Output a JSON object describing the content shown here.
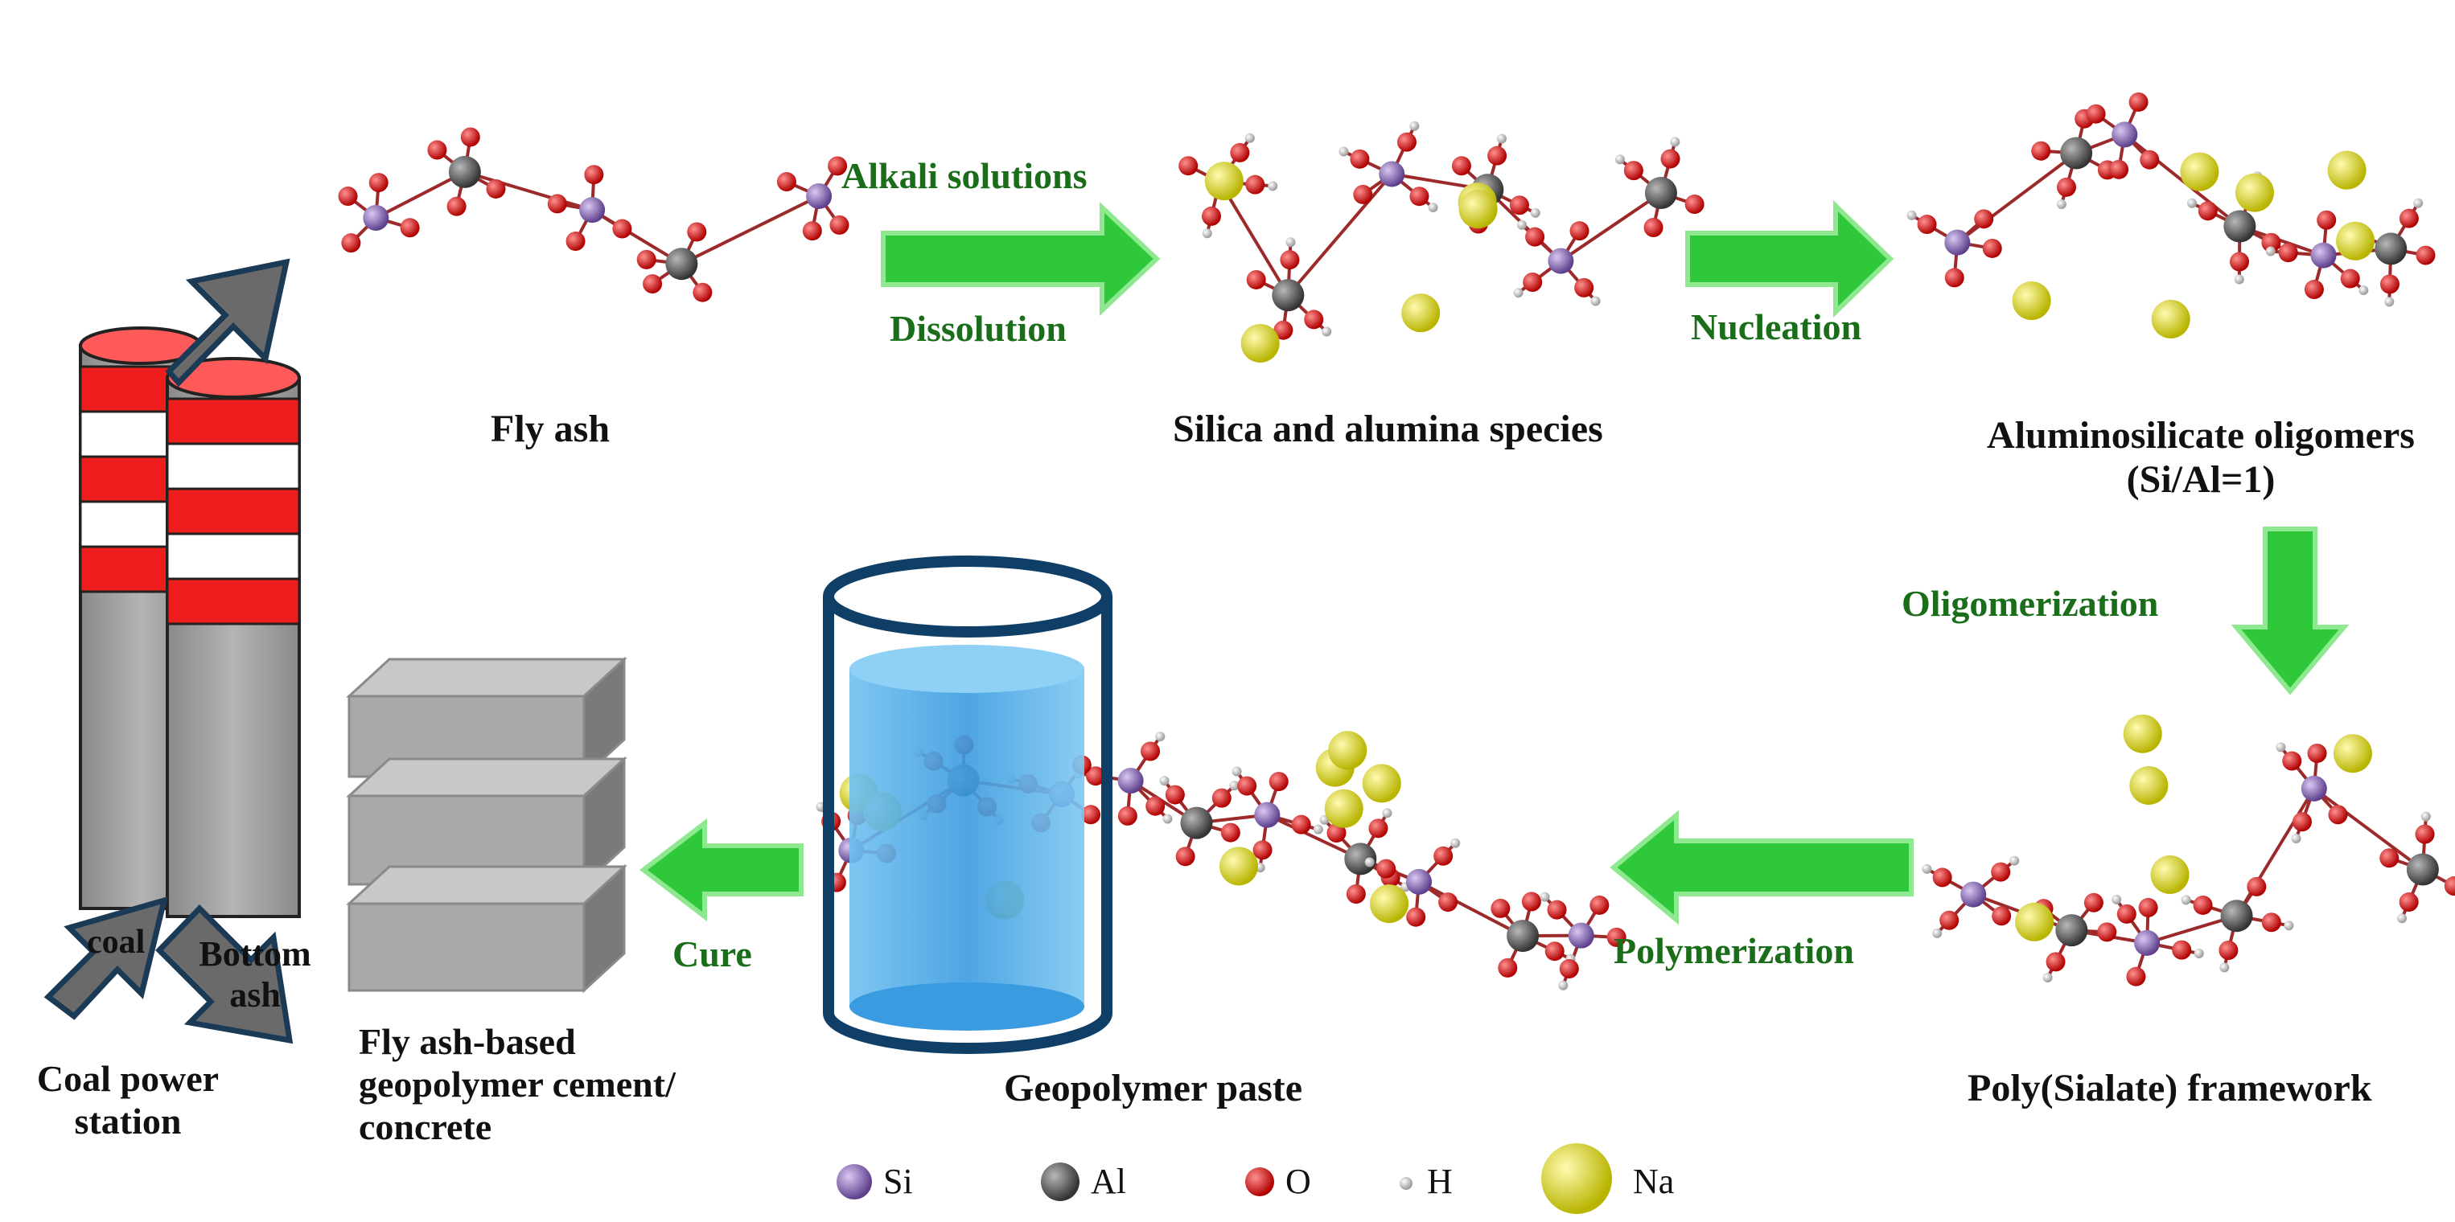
{
  "labels": {
    "fly_ash": "Fly ash",
    "silica_alumina": "Silica and alumina species",
    "oligomers_1": "Aluminosilicate oligomers",
    "oligomers_2": "(Si/Al=1)",
    "poly_sialate": "Poly(Sialate) framework",
    "geopolymer_paste": "Geopolymer paste",
    "product_1": "Fly ash-based",
    "product_2": "geopolymer cement/",
    "product_3": "concrete",
    "power_station_1": "Coal power",
    "power_station_2": "station",
    "coal": "coal",
    "bottom_ash_1": "Bottom",
    "bottom_ash_2": "ash"
  },
  "steps": {
    "alkali": "Alkali solutions",
    "dissolution": "Dissolution",
    "nucleation": "Nucleation",
    "oligomerization": "Oligomerization",
    "polymerization": "Polymerization",
    "cure": "Cure"
  },
  "legend": [
    {
      "symbol": "Si",
      "color": "#7b5aa6"
    },
    {
      "symbol": "Al",
      "color": "#555555"
    },
    {
      "symbol": "O",
      "color": "#d81818"
    },
    {
      "symbol": "H",
      "color": "#e8e8e8"
    },
    {
      "symbol": "Na",
      "color": "#e3e000"
    }
  ],
  "colors": {
    "arrow": "#2fc83a",
    "bond": "#9c2a2a",
    "stack_red": "#ee1c1c",
    "stack_gray": "#a8a8a8",
    "water": "#4aa3e0",
    "beaker_outline": "#0f3f66"
  }
}
